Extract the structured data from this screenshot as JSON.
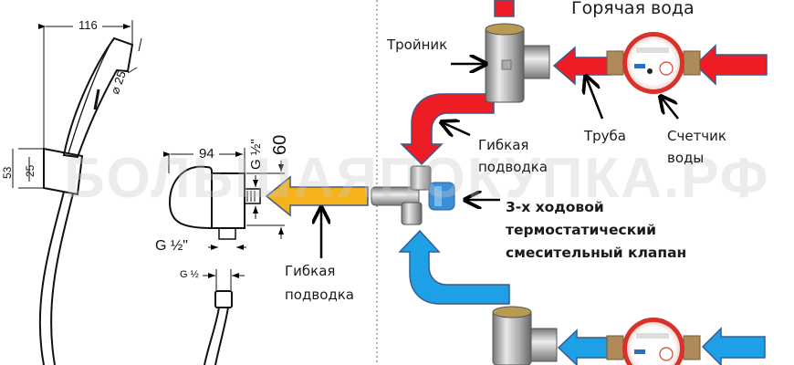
{
  "labels": {
    "hot_water": "Горячая вода",
    "tee": "Тройник",
    "pipe": "Труба",
    "water_meter_line1": "Счетчик",
    "water_meter_line2": "воды",
    "flex_hose_top_line1": "Гибкая",
    "flex_hose_top_line2": "подводка",
    "flex_hose_bottom_line1": "Гибкая",
    "flex_hose_bottom_line2": "подводка",
    "valve_line1": "3-х ходовой",
    "valve_line2": "термостатический",
    "valve_line3": "смесительный клапан"
  },
  "dimensions": {
    "shower_width": "116",
    "shower_diameter": "⌀ 25",
    "holder_height": "53",
    "holder_inner": "25",
    "connector_width": "94",
    "connector_height": "60",
    "connector_thread_side": "G ½\"",
    "connector_thread_bottom": "G ½\"",
    "hose_thread": "G ½"
  },
  "watermark": "БОЛЬШАЯПОКУПКА.РФ",
  "colors": {
    "hot": "#ee1c25",
    "cold": "#1ea0e6",
    "mixed": "#f5b21a",
    "arrow_outline": "#3d5a8a"
  }
}
